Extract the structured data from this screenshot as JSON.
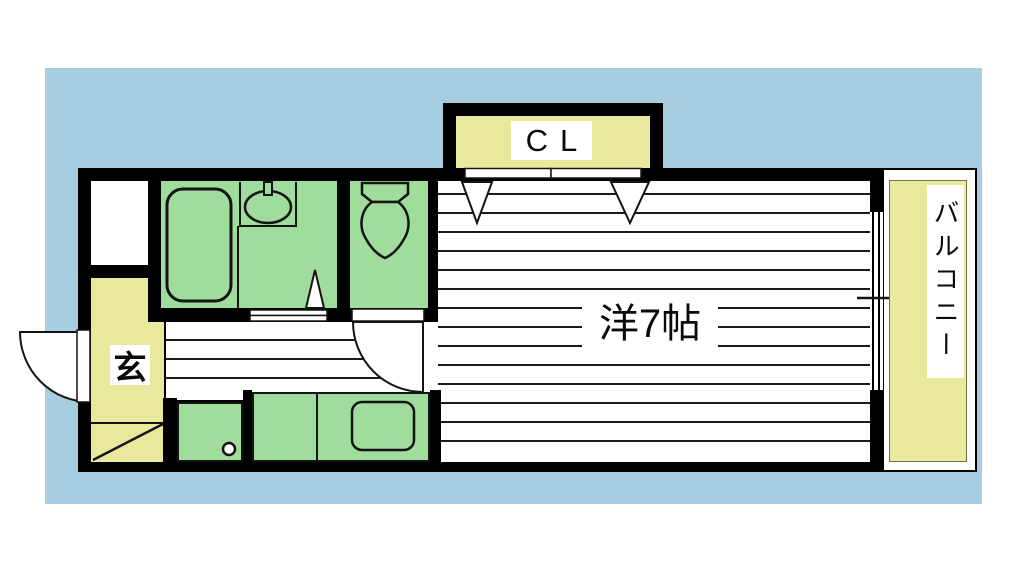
{
  "plan": {
    "labels": {
      "closet": "CL",
      "main_room": "洋7帖",
      "balcony": "バルコニー",
      "entrance": "玄"
    },
    "colors": {
      "background_panel": "#a6cee0",
      "room_yellow": "#e9e89d",
      "fixture_green": "#a0dc9c",
      "wall": "#000000",
      "floor_line": "#1a1a1a"
    },
    "rooms": [
      {
        "name": "closet",
        "label": "CL"
      },
      {
        "name": "western-room-7jo",
        "label": "洋7帖"
      },
      {
        "name": "balcony",
        "label": "バルコニー"
      },
      {
        "name": "entrance",
        "label": "玄"
      },
      {
        "name": "bathroom",
        "fixtures": [
          "bathtub-icon",
          "washbasin-icon",
          "door-swing-triangle-icon"
        ]
      },
      {
        "name": "toilet-room",
        "fixtures": [
          "toilet-icon"
        ]
      },
      {
        "name": "kitchen",
        "fixtures": [
          "kitchen-sink-icon",
          "washer-drain-icon"
        ]
      }
    ]
  }
}
